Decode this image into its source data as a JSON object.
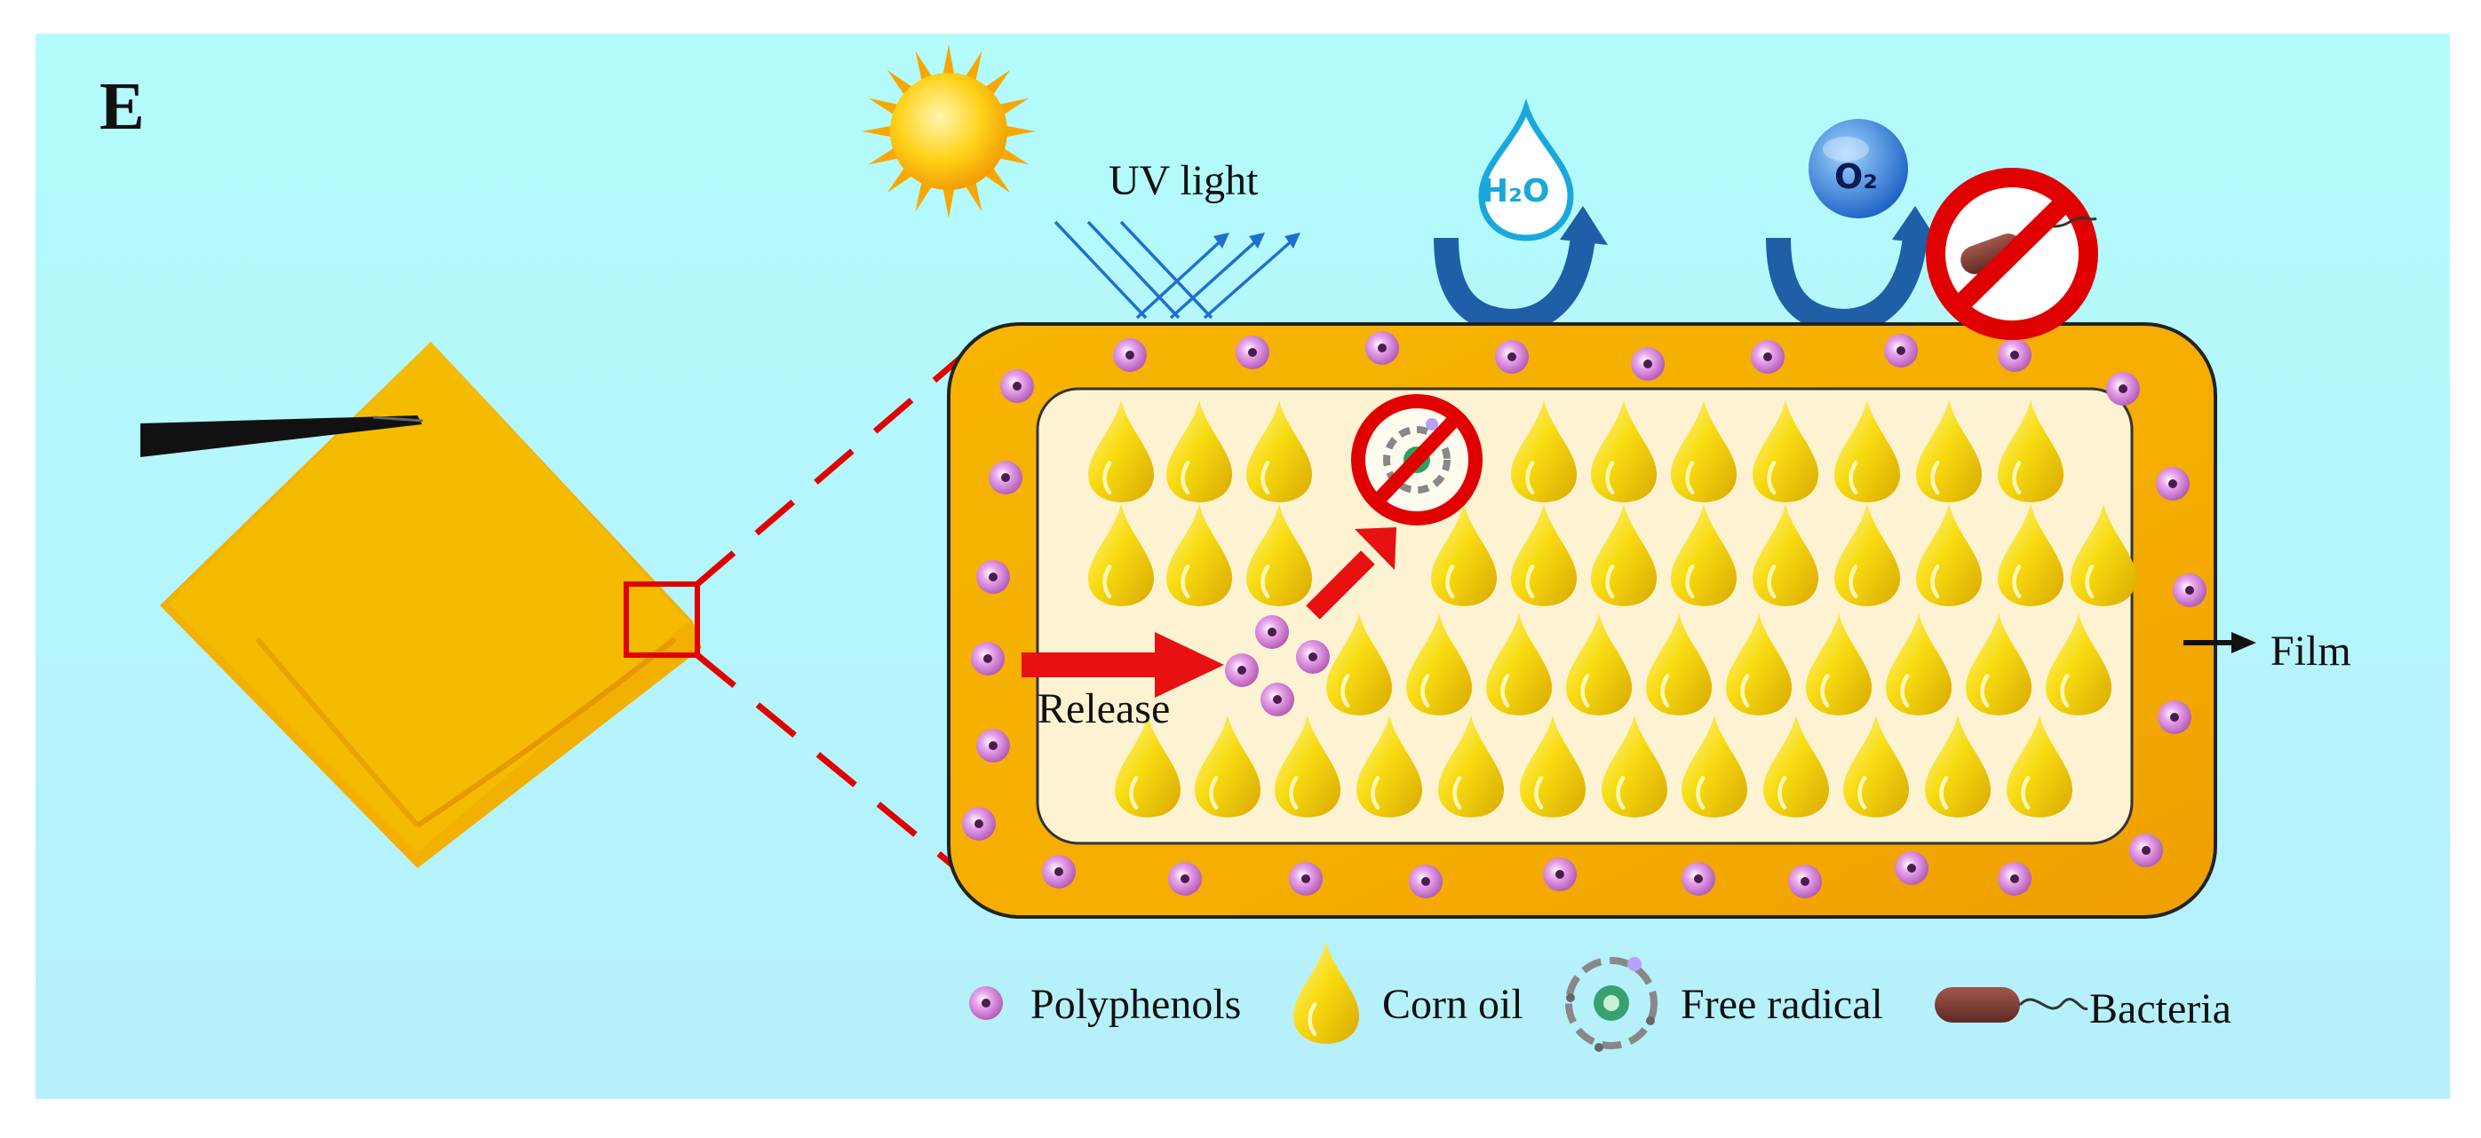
{
  "figure": {
    "panel_letter": "E",
    "uv_label": "UV light",
    "release_label": "Release",
    "film_label": "Film",
    "h2o_label": "H₂O",
    "o2_label": "O₂"
  },
  "legend": {
    "polyphenols": "Polyphenols",
    "corn_oil": "Corn oil",
    "free_radical": "Free radical",
    "bacteria": "Bacteria"
  },
  "colors": {
    "background_top": "#b3fbfd",
    "background_bottom": "#b6f2fa",
    "film_shell": "#f7b100",
    "film_core": "#fdf2d0",
    "corn_oil": "#f5d60a",
    "polyphenol": "#d884d8",
    "inhibit_red": "#e00000",
    "arrow_blue": "#1f6fb6",
    "film_sample": "#f4b400"
  },
  "icons": [
    "sun-icon",
    "uv-rays-icon",
    "water-drop-icon",
    "oxygen-icon",
    "no-bacteria-icon",
    "tweezers-icon",
    "free-radical-icon",
    "bacteria-icon",
    "polyphenol-dot-icon",
    "corn-oil-drop-icon"
  ]
}
